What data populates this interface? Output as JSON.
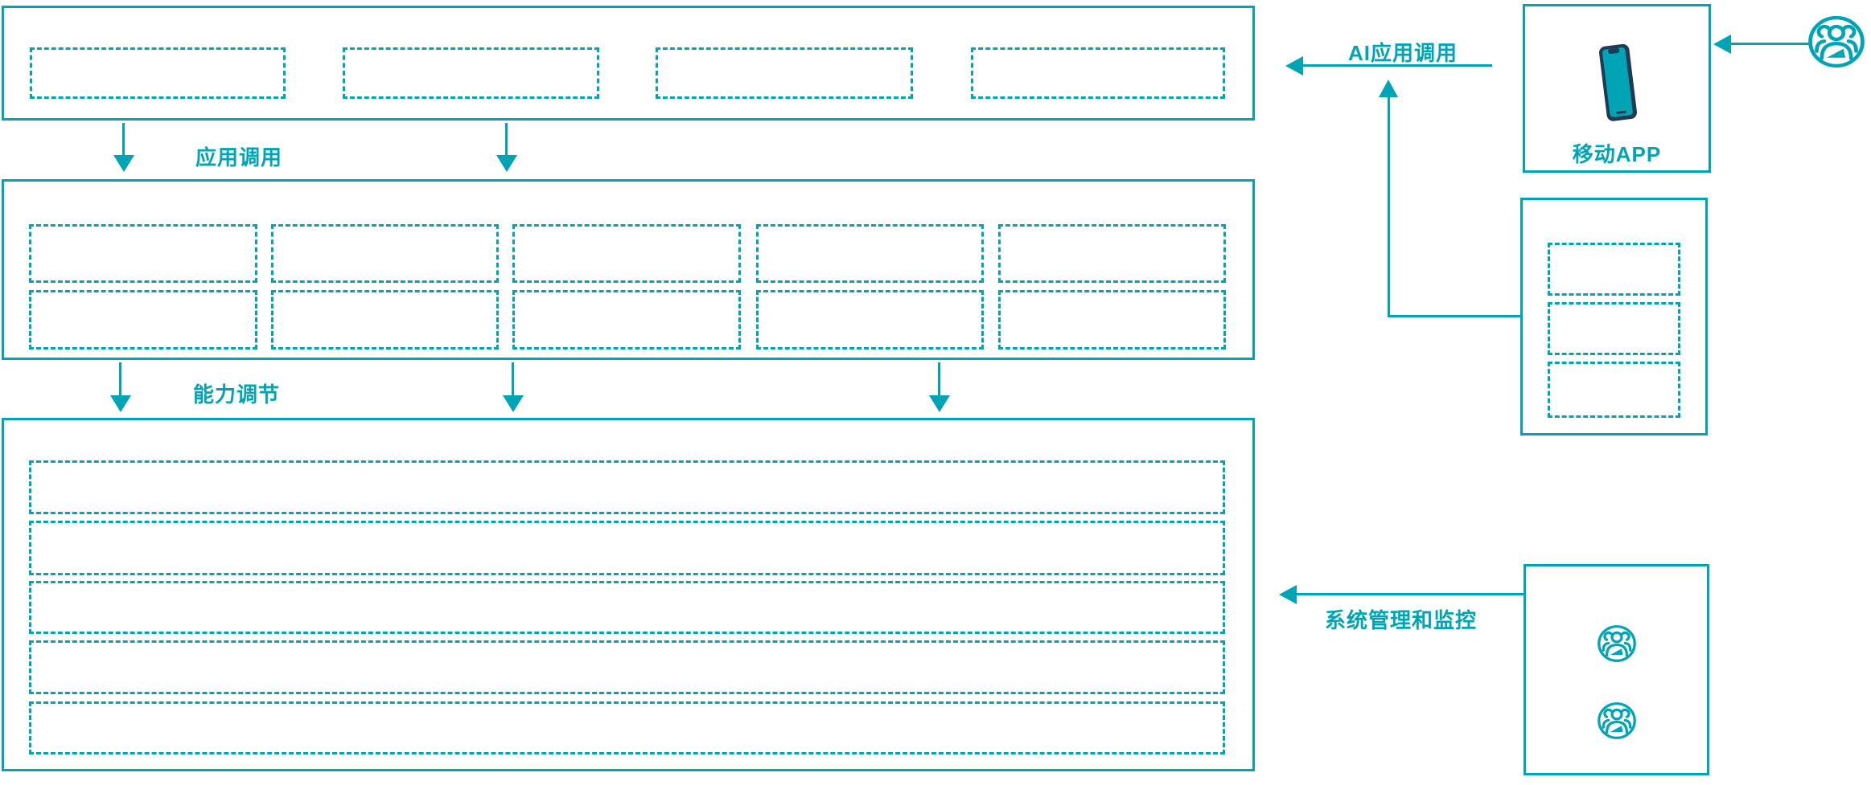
{
  "diagram": {
    "colors": {
      "accent": "#00A4B4",
      "phone_dark": "#1E3B55"
    },
    "labels": {
      "app_call": "应用调用",
      "capability_adjust": "能力调节",
      "ai_app_call": "AI应用调用",
      "mobile_app": "移动APP",
      "system_monitor": "系统管理和监控"
    },
    "icons": {
      "phone": "mobile-phone-icon",
      "users": "users-icon"
    }
  }
}
